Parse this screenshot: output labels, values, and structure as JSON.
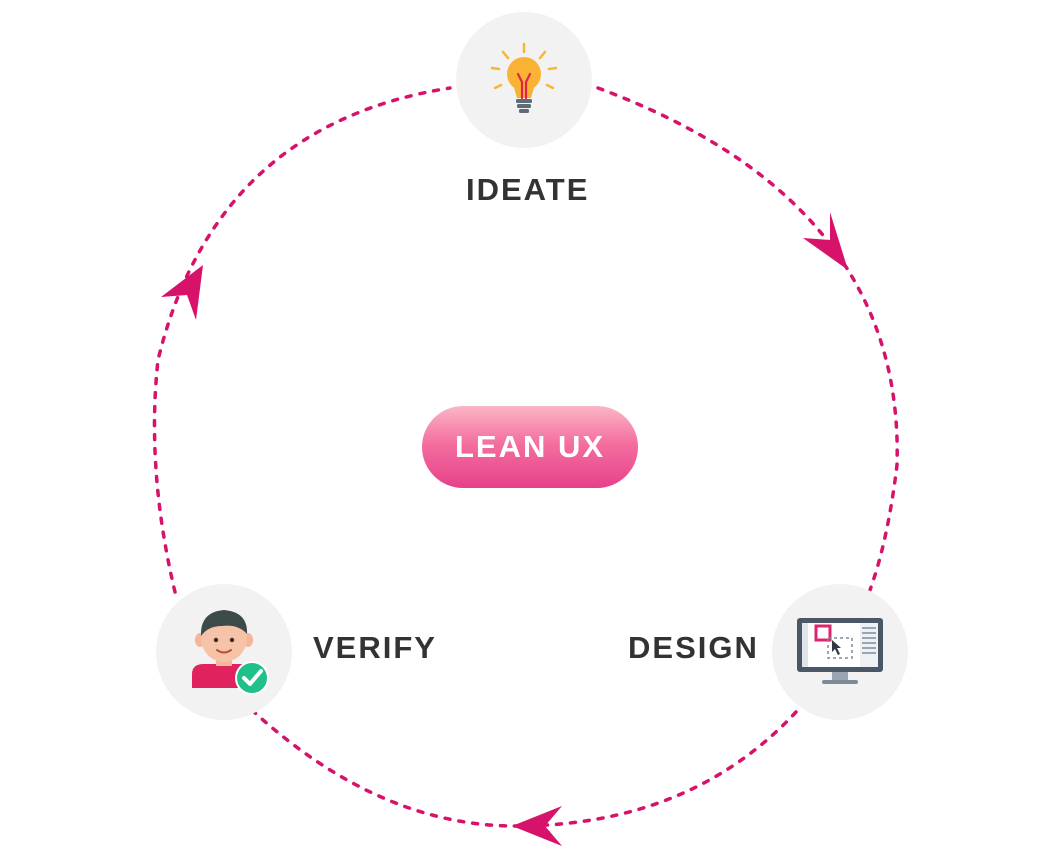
{
  "diagram": {
    "center_label": "LEAN UX",
    "stages": [
      {
        "label": "IDEATE",
        "icon": "lightbulb-icon"
      },
      {
        "label": "DESIGN",
        "icon": "monitor-design-icon"
      },
      {
        "label": "VERIFY",
        "icon": "user-verified-icon"
      }
    ],
    "flow": [
      "IDEATE",
      "DESIGN",
      "VERIFY",
      "IDEATE"
    ],
    "colors": {
      "connector": "#d6126a",
      "node_background": "#f2f2f2",
      "label_text": "#333333",
      "pill_top": "#fbb6c6",
      "pill_bottom": "#e6418a",
      "pill_text": "#ffffff"
    }
  }
}
